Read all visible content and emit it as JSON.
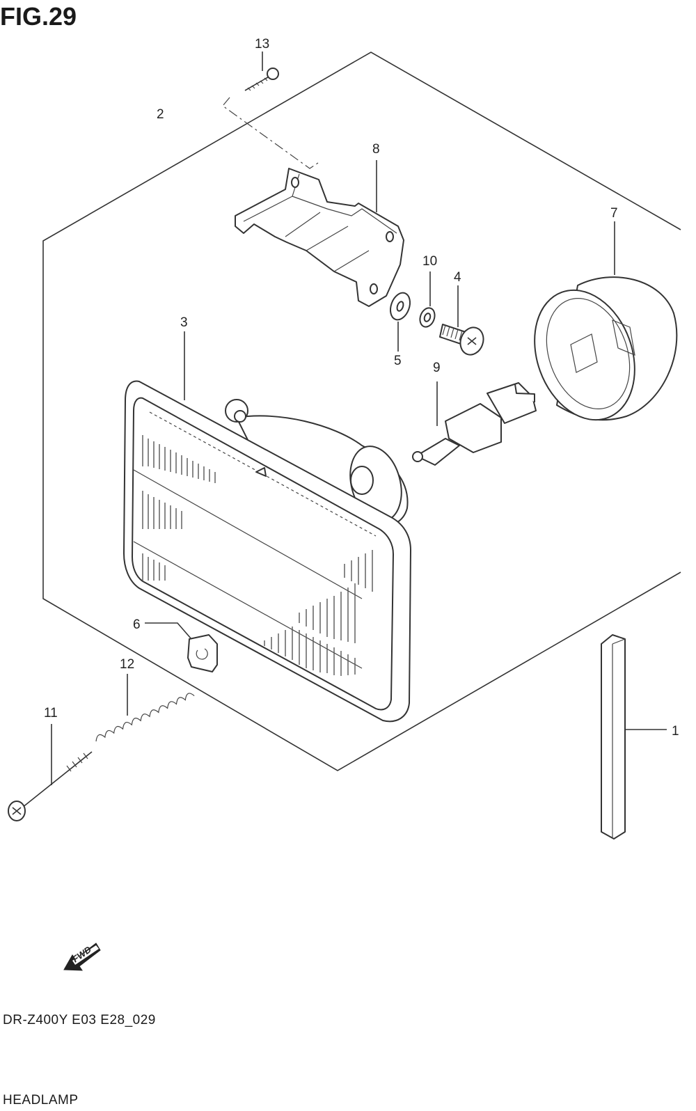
{
  "figure": {
    "title": "FIG.29",
    "model_code": "DR-Z400Y E03 E28_029",
    "name": "HEADLAMP"
  },
  "callouts": [
    "1",
    "2",
    "3",
    "4",
    "5",
    "6",
    "7",
    "8",
    "9",
    "10",
    "11",
    "12",
    "13"
  ],
  "fwd_label": "FWD",
  "icons": {
    "fwd": "fwd-arrow-icon"
  }
}
